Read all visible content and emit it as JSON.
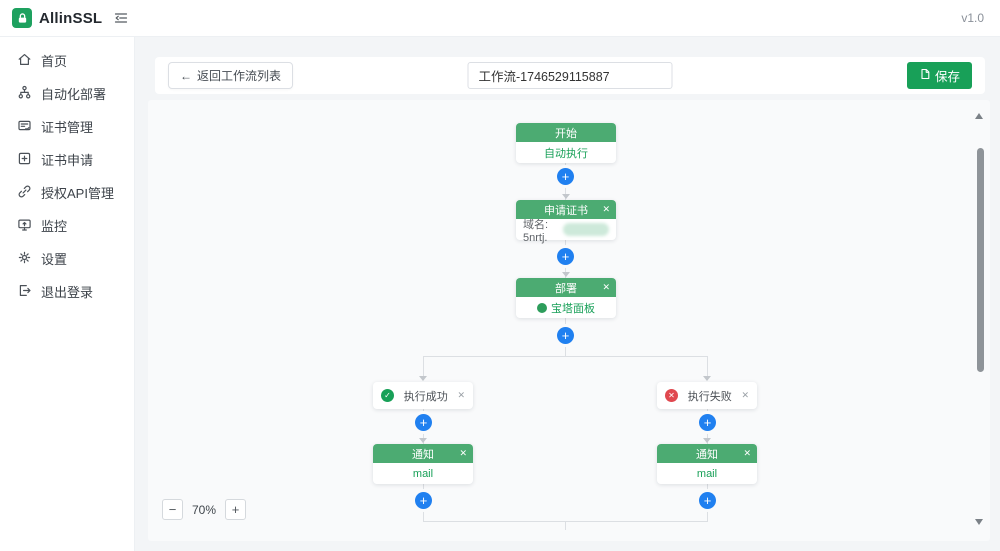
{
  "header": {
    "brand": "AllinSSL",
    "version": "v1.0"
  },
  "sidebar": {
    "items": [
      {
        "label": "首页",
        "icon": "home-icon"
      },
      {
        "label": "自动化部署",
        "icon": "deploy-tree-icon"
      },
      {
        "label": "证书管理",
        "icon": "certificate-manage-icon"
      },
      {
        "label": "证书申请",
        "icon": "certificate-apply-icon"
      },
      {
        "label": "授权API管理",
        "icon": "api-link-icon"
      },
      {
        "label": "监控",
        "icon": "monitor-icon"
      },
      {
        "label": "设置",
        "icon": "gear-icon"
      },
      {
        "label": "退出登录",
        "icon": "logout-icon"
      }
    ]
  },
  "toolbar": {
    "back_label": "返回工作流列表",
    "workflow_name": "工作流-1746529115887",
    "save_label": "保存"
  },
  "icons": {
    "back_arrow": "←",
    "close": "✕",
    "plus": "+",
    "check": "✓",
    "cross": "✕"
  },
  "workflow": {
    "start": {
      "title": "开始",
      "body": "自动执行"
    },
    "apply": {
      "title": "申请证书",
      "domain_label": "域名: 5nrtj."
    },
    "deploy": {
      "title": "部署",
      "provider": "宝塔面板"
    },
    "branch_success": {
      "label": "执行成功"
    },
    "branch_fail": {
      "label": "执行失败"
    },
    "notify_success": {
      "title": "通知",
      "channel": "mail"
    },
    "notify_fail": {
      "title": "通知",
      "channel": "mail"
    }
  },
  "zoom_controls": {
    "zoom_out": "−",
    "level": "70%",
    "zoom_in": "+"
  },
  "colors": {
    "primary_green": "#18a058",
    "node_header_green": "#4cab72",
    "plus_blue": "#2080f0",
    "success_green": "#18a058",
    "error_red": "#e0484f"
  }
}
